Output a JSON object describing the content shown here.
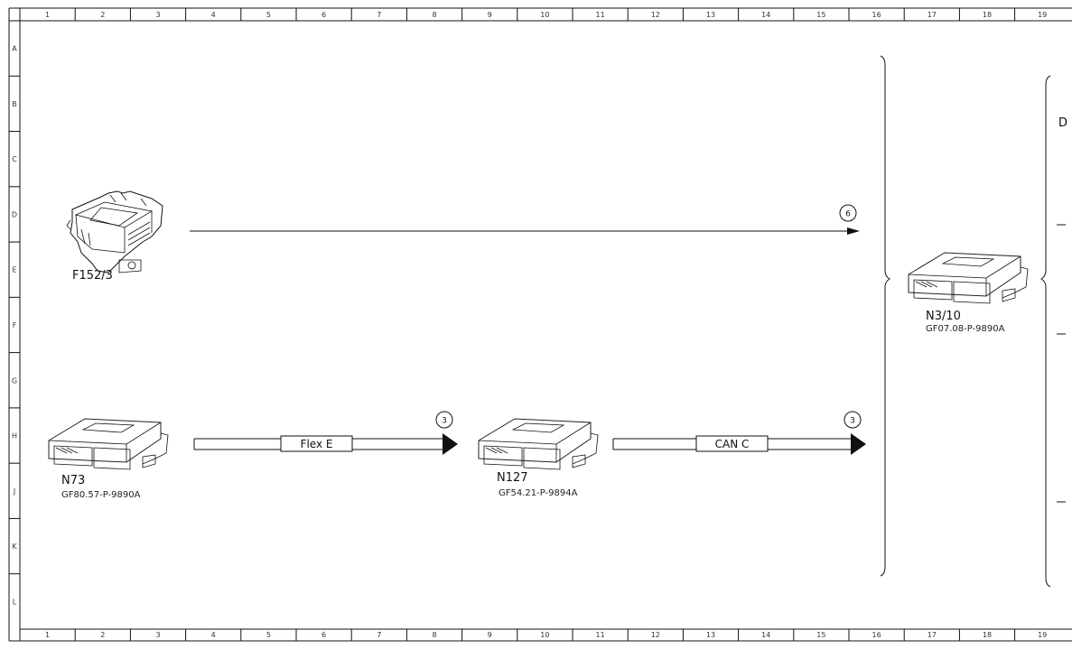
{
  "grid": {
    "columns": [
      "1",
      "2",
      "3",
      "4",
      "5",
      "6",
      "7",
      "8",
      "9",
      "10",
      "11",
      "12",
      "13",
      "14",
      "15",
      "16",
      "17",
      "18",
      "19"
    ],
    "rows": [
      "A",
      "B",
      "C",
      "D",
      "E",
      "F",
      "G",
      "H",
      "J",
      "K",
      "L"
    ]
  },
  "components": {
    "f152": {
      "label": "F152/3"
    },
    "n73": {
      "label": "N73",
      "doc": "GF80.57-P-9890A"
    },
    "n127": {
      "label": "N127",
      "doc": "GF54.21-P-9894A"
    },
    "n3_10": {
      "label": "N3/10",
      "doc": "GF07.08-P-9890A"
    }
  },
  "connections": {
    "direct": {
      "ref": "6"
    },
    "flex_e": {
      "label": "Flex E",
      "ref": "3"
    },
    "can_c": {
      "label": "CAN C",
      "ref": "3"
    }
  },
  "offpage_letter": "D"
}
